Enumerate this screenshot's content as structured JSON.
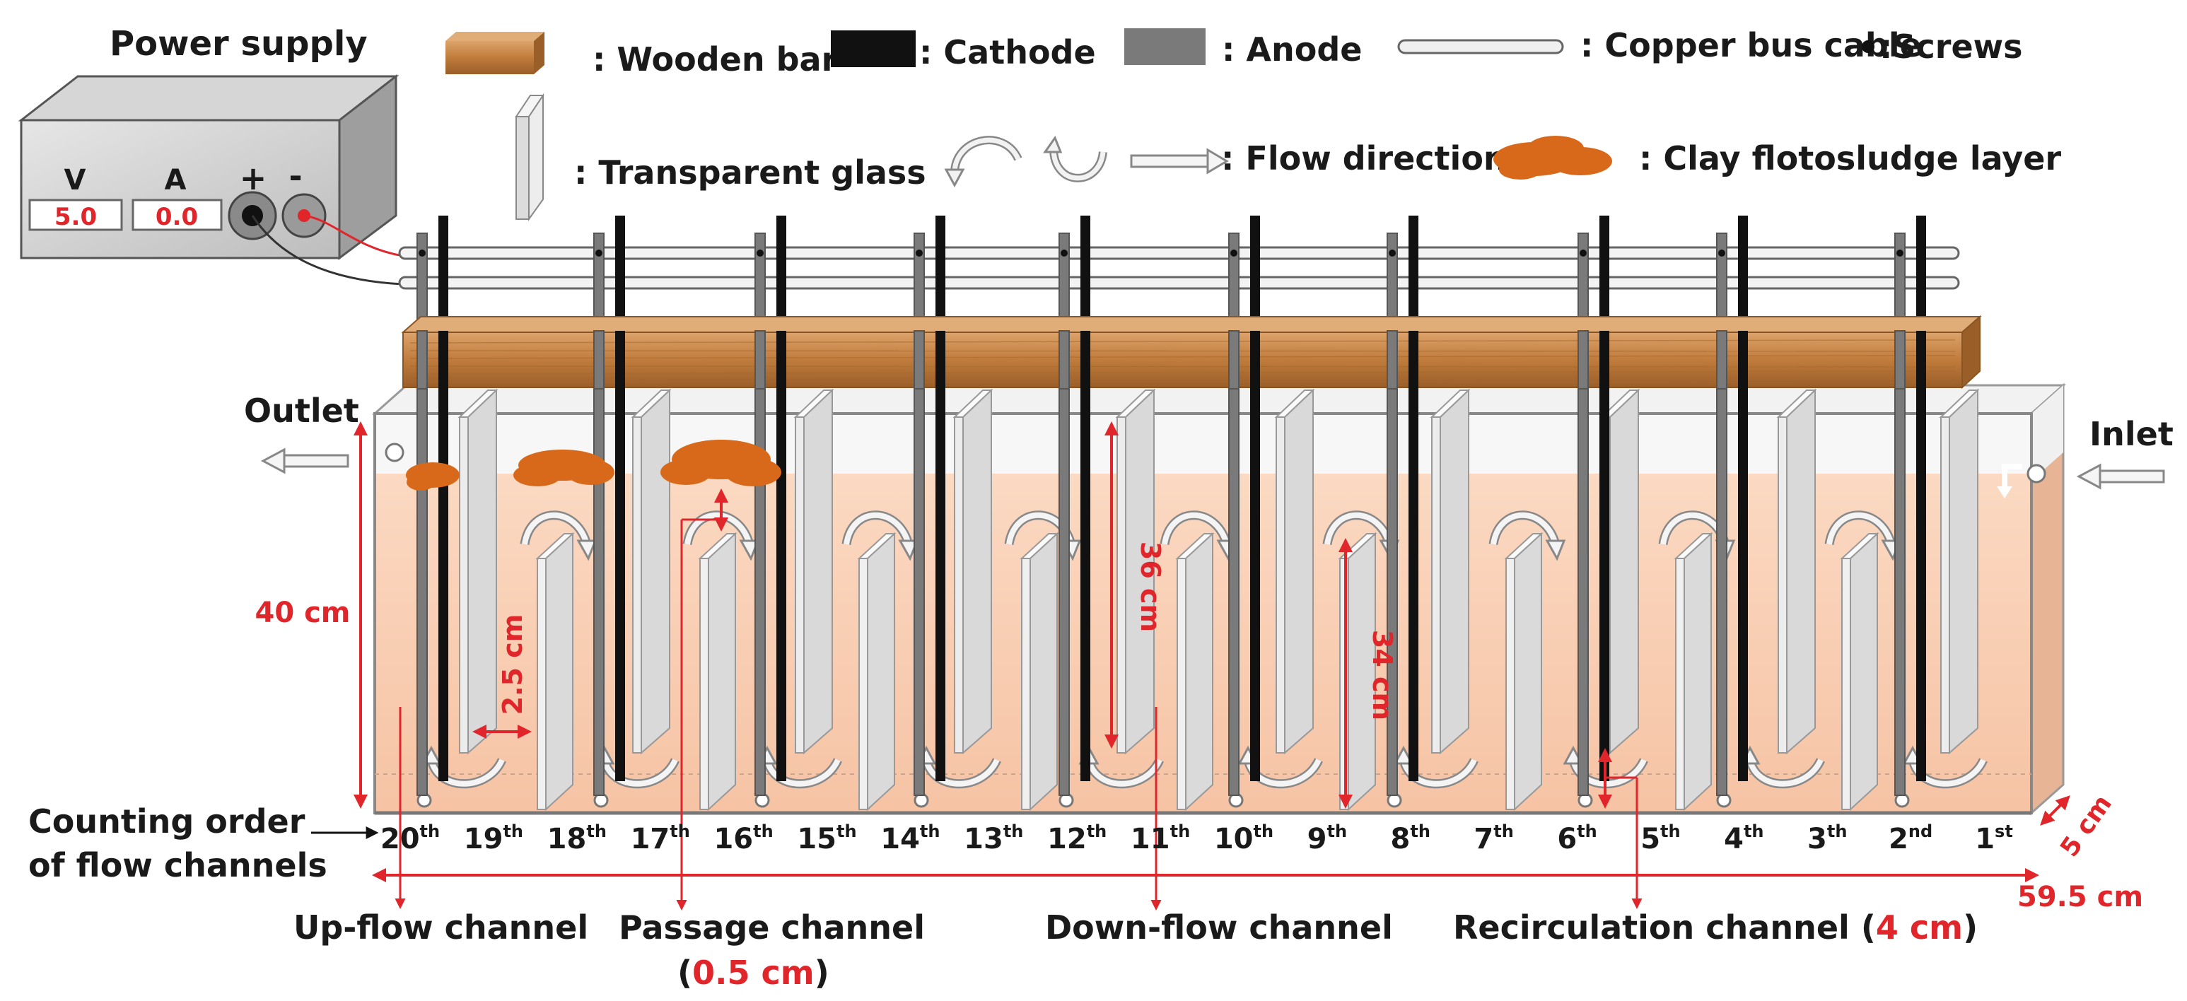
{
  "legend": {
    "wooden_bar": ": Wooden bar",
    "cathode": ": Cathode",
    "anode": ": Anode",
    "copper_cable": ": Copper bus cable",
    "screws": ":Screws",
    "glass": ": Transparent glass",
    "flow": ": Flow directions",
    "sludge": ": Clay flotosludge layer"
  },
  "power_supply": {
    "title": "Power supply",
    "v_label": "V",
    "a_label": "A",
    "v_value": "5.0",
    "a_value": "0.0",
    "plus": "+",
    "minus": "-"
  },
  "labels": {
    "outlet": "Outlet",
    "inlet": "Inlet",
    "counting_line1": "Counting order",
    "counting_line2": "of flow channels",
    "upflow": "Up-flow channel",
    "passage_line1": "Passage channel",
    "passage_open": "(",
    "passage_value": "0.5 cm",
    "passage_close": ")",
    "downflow": "Down-flow channel",
    "recirc_prefix": "Recirculation channel (",
    "recirc_value": "4 cm",
    "recirc_suffix": ")"
  },
  "dimensions": {
    "height_total": "40 cm",
    "gap": "2.5 cm",
    "anode_height": "36 cm",
    "glass_height": "34 cm",
    "depth": "5 cm",
    "length": "59.5 cm"
  },
  "channels": [
    {
      "n": "20",
      "s": "th"
    },
    {
      "n": "19",
      "s": "th"
    },
    {
      "n": "18",
      "s": "th"
    },
    {
      "n": "17",
      "s": "th"
    },
    {
      "n": "16",
      "s": "th"
    },
    {
      "n": "15",
      "s": "th"
    },
    {
      "n": "14",
      "s": "th"
    },
    {
      "n": "13",
      "s": "th"
    },
    {
      "n": "12",
      "s": "th"
    },
    {
      "n": "11",
      "s": "th"
    },
    {
      "n": "10",
      "s": "th"
    },
    {
      "n": "9",
      "s": "th"
    },
    {
      "n": "8",
      "s": "th"
    },
    {
      "n": "7",
      "s": "th"
    },
    {
      "n": "6",
      "s": "th"
    },
    {
      "n": "5",
      "s": "th"
    },
    {
      "n": "4",
      "s": "th"
    },
    {
      "n": "3",
      "s": "th"
    },
    {
      "n": "2",
      "s": "nd"
    },
    {
      "n": "1",
      "s": "st"
    }
  ],
  "colors": {
    "dimension_red": "#e0262a",
    "wood": "#c88a4a",
    "cathode": "#111111",
    "anode": "#777777",
    "liquid": "#f9cfb4",
    "sludge": "#d8691a"
  }
}
